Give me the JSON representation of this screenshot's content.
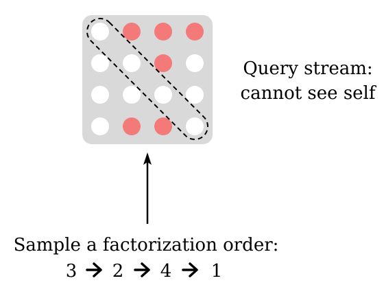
{
  "colors": {
    "panel": "#d9d9d9",
    "dot_empty": "#ffffff",
    "dot_filled": "#f47a7a",
    "stroke": "#000000"
  },
  "mask": {
    "rows": [
      [
        "empty",
        "filled",
        "filled",
        "filled"
      ],
      [
        "empty",
        "empty",
        "filled",
        "empty"
      ],
      [
        "empty",
        "empty",
        "empty",
        "empty"
      ],
      [
        "empty",
        "filled",
        "filled",
        "empty"
      ]
    ],
    "diagonal_highlight": "dashed"
  },
  "side_label": {
    "line1": "Query stream:",
    "line2": "cannot see self"
  },
  "bottom_label": {
    "line1": "Sample a factorization order:",
    "order": [
      "3",
      "2",
      "4",
      "1"
    ],
    "separator_icon": "right-arrow-icon"
  }
}
